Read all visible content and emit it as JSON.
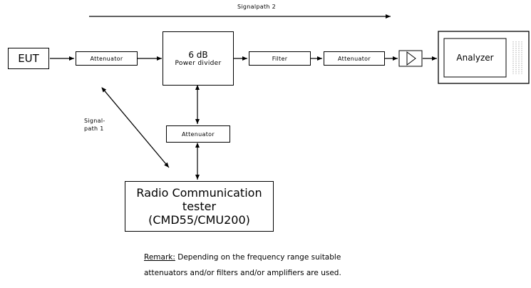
{
  "signalpath2_label": "Signalpath 2",
  "signalpath1_label_line1": "Signal-",
  "signalpath1_label_line2": "path 1",
  "eut": "EUT",
  "attenuator_input": "Attenuator",
  "power_divider_line1": "6 dB",
  "power_divider_line2": "Power divider",
  "filter": "Filter",
  "attenuator_output": "Attenuator",
  "amplifier_icon": "amplifier-triangle-icon",
  "analyzer": "Analyzer",
  "attenuator_tester": "Attenuator",
  "tester_line1": "Radio Communication",
  "tester_line2": "tester",
  "tester_line3": "(CMD55/CMU200)",
  "remark_label": "Remark:",
  "remark_line1": " Depending on the frequency range suitable",
  "remark_line2": "attenuators and/or filters and/or amplifiers are used."
}
